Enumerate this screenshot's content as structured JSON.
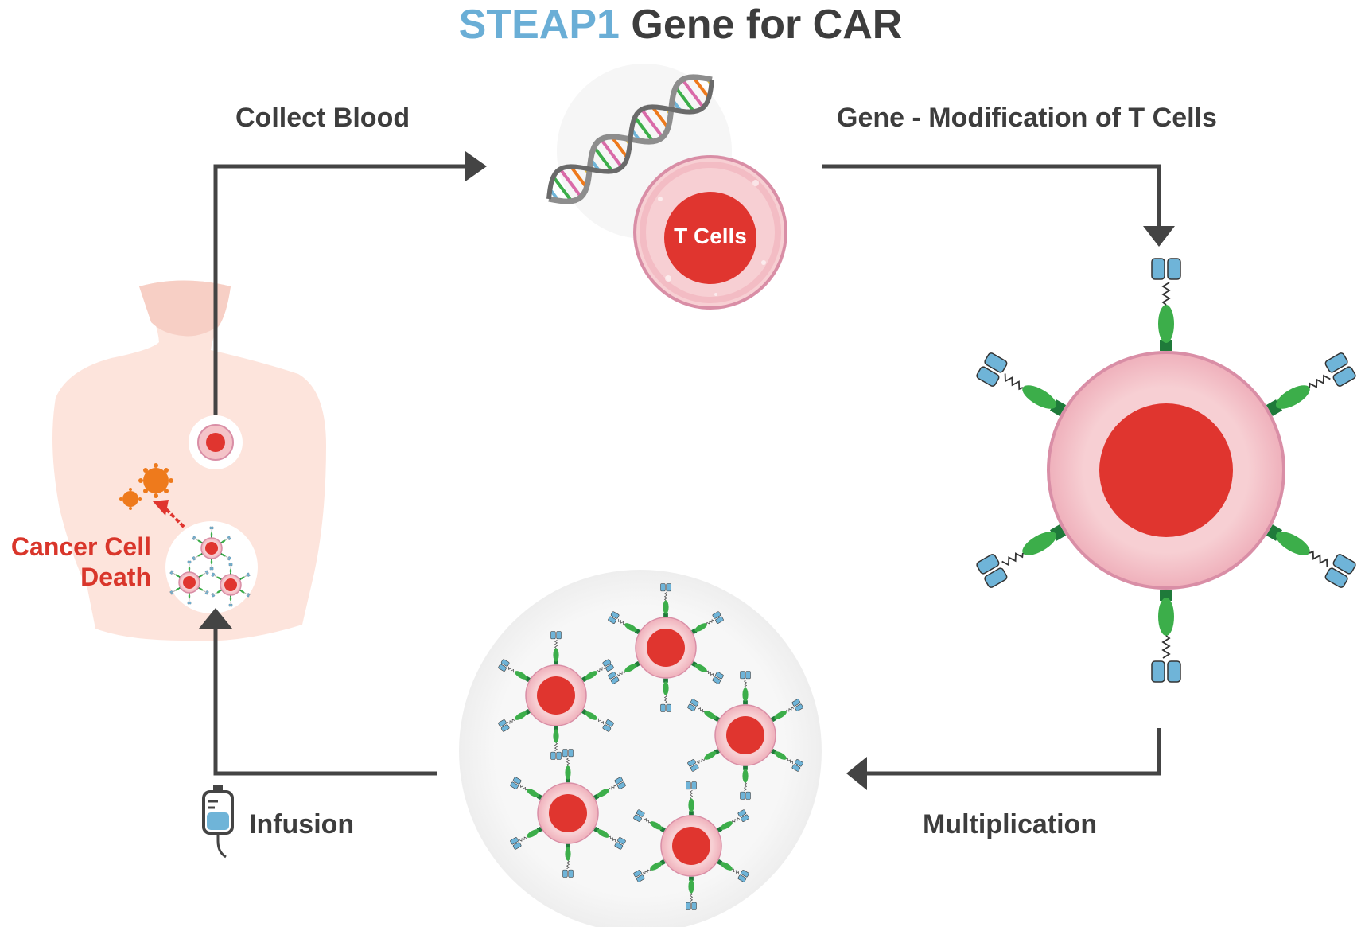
{
  "title": {
    "highlight": "STEAP1",
    "rest": " Gene for CAR",
    "highlight_color": "#6aaed6",
    "rest_color": "#3d3d3d"
  },
  "steps": {
    "collect_blood": "Collect Blood",
    "gene_modification": "Gene - Modification of T Cells",
    "multiplication": "Multiplication",
    "infusion": "Infusion"
  },
  "t_cell_label": "T Cells",
  "cancer_label": {
    "line1": "Cancer Cell",
    "line2": "Death",
    "color": "#d9362b"
  },
  "colors": {
    "arrow": "#444444",
    "cell_outer": "#f4c3c8",
    "cell_ring": "#d98ea6",
    "nucleus": "#e0352f",
    "receptor_green": "#3cae4a",
    "receptor_blue": "#6fb4d8",
    "body_fill": "#fce3dc",
    "cancer_orange": "#ee7a1c"
  },
  "icons": {
    "dna": "dna-helix-icon",
    "iv_bag": "iv-bag-icon"
  }
}
